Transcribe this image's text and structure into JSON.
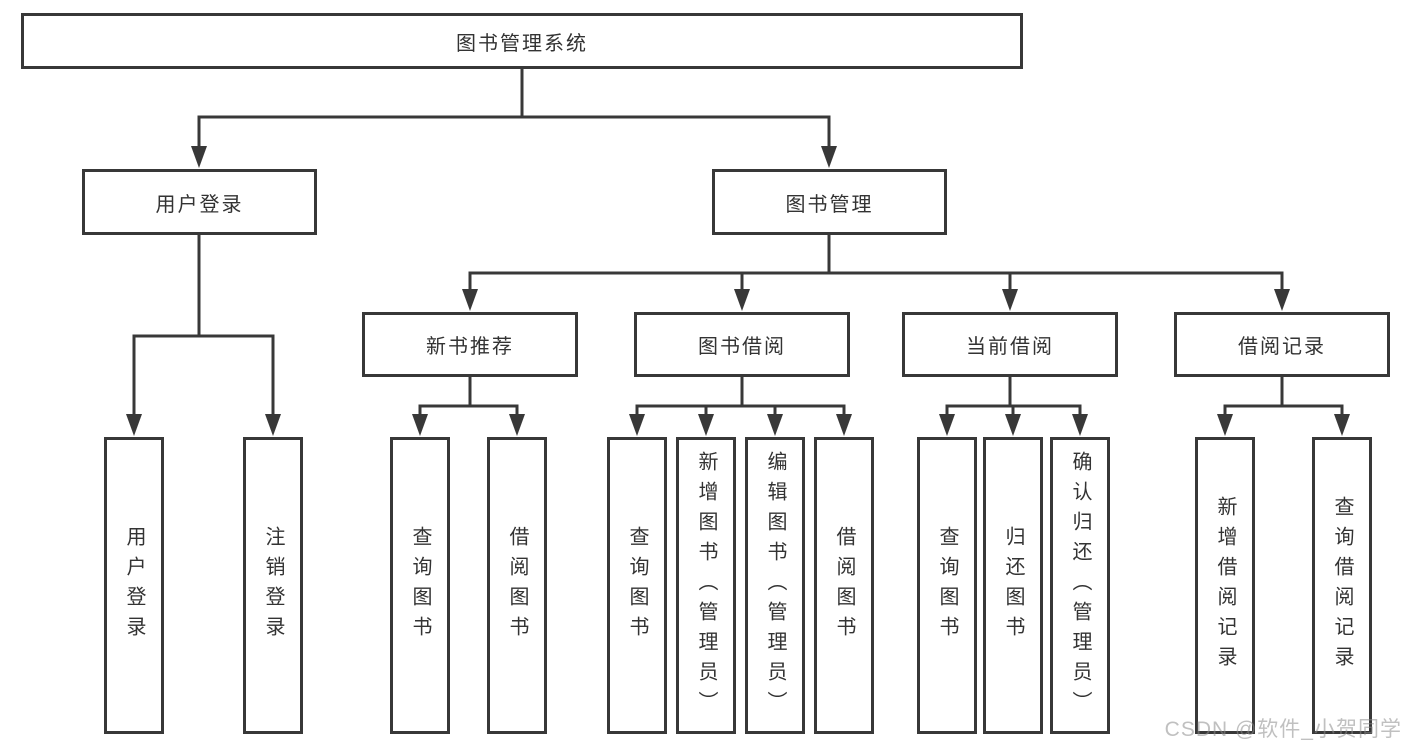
{
  "tree": {
    "label": "图书管理系统",
    "children": [
      {
        "label": "用户登录",
        "children": [
          {
            "label": "用户登录"
          },
          {
            "label": "注销登录"
          }
        ]
      },
      {
        "label": "图书管理",
        "children": [
          {
            "label": "新书推荐",
            "children": [
              {
                "label": "查询图书"
              },
              {
                "label": "借阅图书"
              }
            ]
          },
          {
            "label": "图书借阅",
            "children": [
              {
                "label": "查询图书"
              },
              {
                "label": "新增图书（管理员）"
              },
              {
                "label": "编辑图书（管理员）"
              },
              {
                "label": "借阅图书"
              }
            ]
          },
          {
            "label": "当前借阅",
            "children": [
              {
                "label": "查询图书"
              },
              {
                "label": "归还图书"
              },
              {
                "label": "确认归还（管理员）"
              }
            ]
          },
          {
            "label": "借阅记录",
            "children": [
              {
                "label": "新增借阅记录"
              },
              {
                "label": "查询借阅记录"
              }
            ]
          }
        ]
      }
    ]
  },
  "watermark": "CSDN @软件_小贺同学",
  "colors": {
    "line": "#383838",
    "text": "#333333",
    "background": "#ffffff",
    "watermark": "#8c8c8c"
  }
}
